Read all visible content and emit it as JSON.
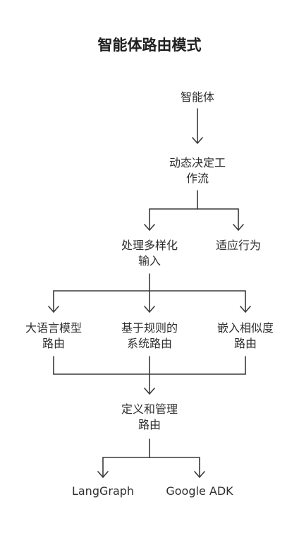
{
  "title": "智能体路由模式",
  "nodes": {
    "agent": [
      "智能体"
    ],
    "dynamic": [
      "动态决定工",
      "作流"
    ],
    "diverse": [
      "处理多样化",
      "输入"
    ],
    "adaptive": [
      "适应行为"
    ],
    "llm": [
      "大语言模型",
      "路由"
    ],
    "rule": [
      "基于规则的",
      "系统路由"
    ],
    "embed": [
      "嵌入相似度",
      "路由"
    ],
    "define": [
      "定义和管理",
      "路由"
    ],
    "langgraph": [
      "LangGraph"
    ],
    "adk": [
      "Google ADK"
    ]
  }
}
